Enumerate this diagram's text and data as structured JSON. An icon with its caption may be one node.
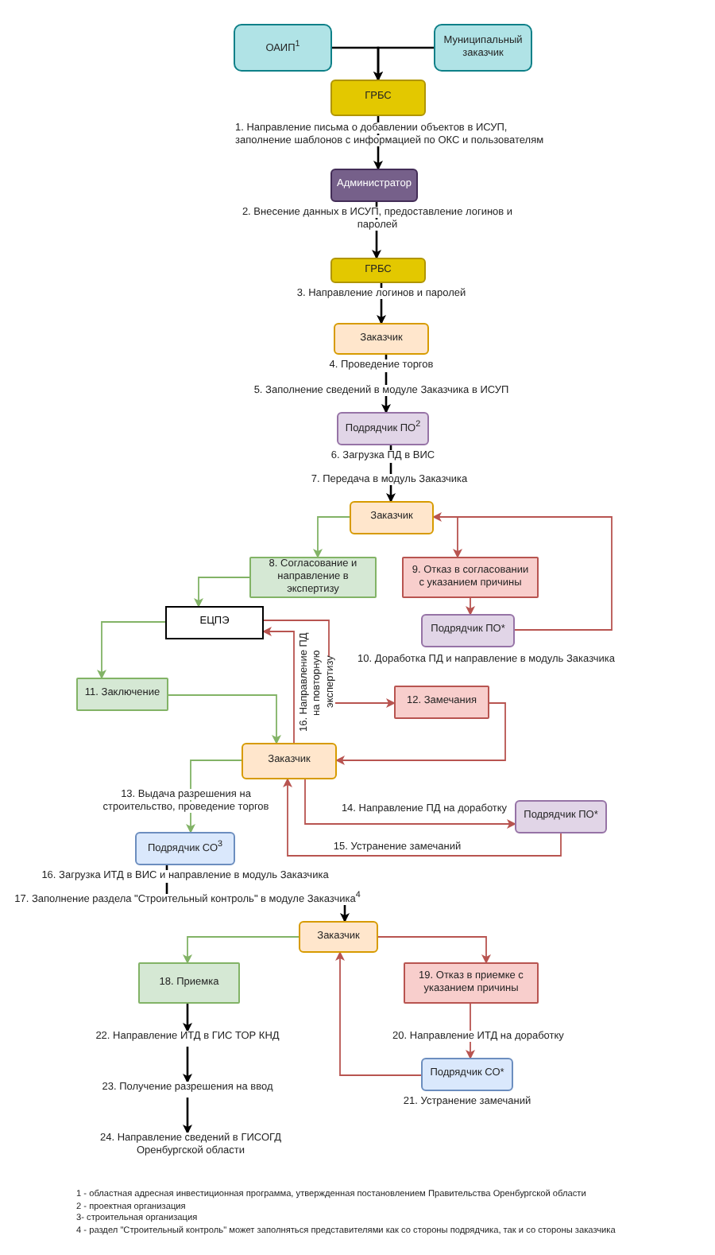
{
  "diagram": {
    "nodes": [
      {
        "text": [
          "ОАИП$^{1}$"
        ]
      },
      {
        "text": [
          "Муниципальный заказчик"
        ]
      },
      {
        "text": [
          "ГРБС"
        ]
      },
      {
        "text": [
          "Администратор"
        ]
      },
      {
        "text": [
          "ГРБС"
        ]
      },
      {
        "text": [
          "Заказчик"
        ],
        "beside": [
          "4. Проведение торгов"
        ]
      },
      {
        "text": [
          "Подрядчик ПО$^{2}$"
        ],
        "beside": [
          "6. Загрузка ПД в ВИС"
        ]
      },
      {
        "text": [
          "Заказчик"
        ]
      },
      {
        "text": [
          "8. Согласование и направление в экспертизу"
        ]
      },
      {
        "text": [
          "9. Отказ в согласовании с указанием причины"
        ]
      },
      {
        "text": [
          "Подрядчик ПО*"
        ]
      },
      {
        "text": [
          "ЕЦПЭ"
        ]
      },
      {
        "text": [
          "11. Заключение"
        ]
      },
      {
        "text": [
          "12. Замечания"
        ]
      },
      {
        "text": [
          "Заказчик"
        ]
      },
      {
        "text": [
          "Подрядчик ПО*"
        ]
      },
      {
        "text": [
          "Подрядчик СО$^{3}$"
        ],
        "beside": [
          "16. Загрузка ИТД в ВИС и направление в модуль Заказчика"
        ]
      },
      {
        "text": [
          "Заказчик"
        ]
      },
      {
        "text": [
          "18. Приемка"
        ]
      },
      {
        "text": [
          "19. Отказ в приемке с указанием причины"
        ]
      },
      {
        "text": [
          "Подрядчик СО*"
        ],
        "beside": [
          "21. Устранение замечаний"
        ]
      },
      {
        "text": [
          "22. Направление ИТД в ГИС ТОР КНД"
        ]
      },
      {
        "text": [
          "23. Получение разрешения на ввод"
        ]
      },
      {
        "text": [
          "24. Направление сведений в ГИСОГД Оренбургской области"
        ]
      }
    ],
    "edges": [
      {
        "from": 0,
        "to": 2,
        "arrow": "to"
      },
      {
        "from": 1,
        "to": 2,
        "arrow": "to"
      },
      {
        "from": 2,
        "to": 3,
        "arrow": "to",
        "label": "1. Направление письма о добавлении объектов в ИСУП, заполнение шаблонов с информацией по ОКС и пользователям"
      },
      {
        "from": 3,
        "to": 4,
        "arrow": "to",
        "label": "2. Внесение данных в ИСУП, предоставление логинов и паролей"
      },
      {
        "from": 4,
        "to": 5,
        "arrow": "to",
        "label": "3. Направление логинов и паролей"
      },
      {
        "from": 5,
        "to": 6,
        "arrow": "to",
        "label": "5. Заполнение сведений в модуле Заказчика в ИСУП"
      },
      {
        "from": 6,
        "to": 7,
        "arrow": "to",
        "label": "7. Передача в модуль Заказчика"
      },
      {
        "from": 7,
        "to": 8,
        "arrow": "to",
        "color": "#82b366"
      },
      {
        "from": 7,
        "to": 9,
        "arrow": "to",
        "color": "#b85450"
      },
      {
        "from": 9,
        "to": 10,
        "arrow": "to",
        "color": "#b85450"
      },
      {
        "from": 10,
        "to": 7,
        "arrow": "to",
        "color": "#b85450",
        "label": "10. Доработка ПД и направление в модуль Заказчика"
      },
      {
        "from": 8,
        "to": 11,
        "arrow": "to",
        "color": "#82b366"
      },
      {
        "from": 11,
        "to": 12,
        "arrow": "to",
        "color": "#82b366"
      },
      {
        "from": 11,
        "to": 13,
        "arrow": "to",
        "color": "#b85450"
      },
      {
        "from": 13,
        "to": 14,
        "arrow": "to",
        "color": "#b85450"
      },
      {
        "from": 12,
        "to": 14,
        "arrow": "to",
        "color": "#82b366"
      },
      {
        "from": 14,
        "to": 11,
        "arrow": "to",
        "color": "#b85450",
        "label": "16. Направление ПД на повторную экспертизу"
      },
      {
        "from": 14,
        "to": 16,
        "arrow": "to",
        "color": "#82b366",
        "label": "13. Выдача разрешения на строительство, проведение торгов"
      },
      {
        "from": 14,
        "to": 15,
        "arrow": "to",
        "color": "#b85450",
        "label": "14. Направление ПД на доработку"
      },
      {
        "from": 15,
        "to": 14,
        "arrow": "to",
        "color": "#b85450",
        "label": "15. Устранение замечаний"
      },
      {
        "from": 16,
        "to": 17,
        "arrow": "to",
        "label": "17. Заполнение раздела  \"Строительный контроль\" в  модуле Заказчика$^{4}$"
      },
      {
        "from": 17,
        "to": 18,
        "arrow": "to",
        "color": "#82b366"
      },
      {
        "from": 17,
        "to": 19,
        "arrow": "to",
        "color": "#b85450"
      },
      {
        "from": 19,
        "to": 20,
        "arrow": "to",
        "color": "#b85450",
        "label": "20. Направление ИТД на доработку"
      },
      {
        "from": 20,
        "to": 17,
        "arrow": "to",
        "color": "#b85450"
      },
      {
        "from": 18,
        "to": 21,
        "arrow": "to"
      },
      {
        "from": 21,
        "to": 22,
        "arrow": "to"
      },
      {
        "from": 22,
        "to": 23,
        "arrow": "to"
      }
    ],
    "labels": [
      "1 - областная адресная инвестиционная программа, утвержденная постановлением Правительства Оренбургской области",
      "2 - проектная организация",
      "3- строительная организация",
      "4 - раздел \"Строительный контроль\" может заполняться представителями как со стороны подрядчика, так и со стороны заказчика"
    ]
  }
}
